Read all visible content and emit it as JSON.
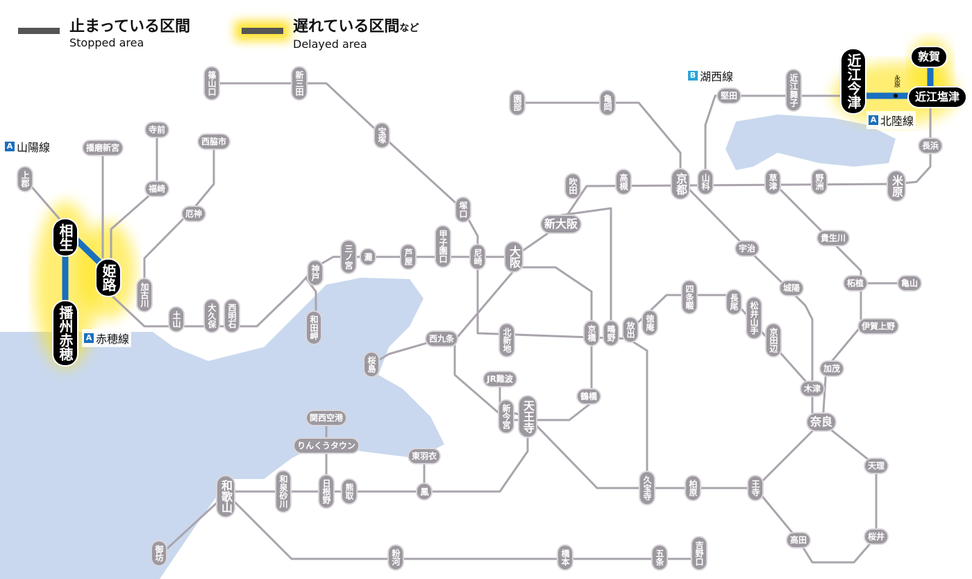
{
  "legend": {
    "stopped": {
      "jp": "止まっている区間",
      "en": "Stopped area"
    },
    "delayed": {
      "jp": "遅れている区間",
      "jp_suffix": "など",
      "en": "Delayed area"
    }
  },
  "colors": {
    "line": "#aaa4ad",
    "station": "#9d989f",
    "water": "#c9d8ee",
    "affected_line": "#1a6fbf",
    "glow": "#ffe100",
    "badge_a": "#1a6fbf",
    "badge_b": "#2aa4d8"
  },
  "line_labels": [
    {
      "badge": "A",
      "name": "山陽線"
    },
    {
      "badge": "A",
      "name": "赤穂線"
    },
    {
      "badge": "B",
      "name": "湖西線"
    },
    {
      "badge": "A",
      "name": "北陸線"
    }
  ],
  "affected_stations": [
    "相生",
    "姫路",
    "播州赤穂",
    "近江今津",
    "敦賀",
    "近江塩津"
  ],
  "minor_station": "永原",
  "stations": [
    "篠山口",
    "新三田",
    "宝塚",
    "園部",
    "亀岡",
    "堅田",
    "近江舞子",
    "長浜",
    "上郡",
    "播磨新宮",
    "寺前",
    "西脇市",
    "福崎",
    "厄神",
    "加古川",
    "土山",
    "大久保",
    "西明石",
    "神戸",
    "和田岬",
    "三ノ宮",
    "灘",
    "芦屋",
    "甲子園口",
    "塚口",
    "尼崎",
    "吹田",
    "高槻",
    "山科",
    "草津",
    "野洲",
    "宇治",
    "城陽",
    "貴生川",
    "柘植",
    "亀山",
    "伊賀上野",
    "加茂",
    "木津",
    "奈良",
    "四条畷",
    "徳庵",
    "長尾",
    "松井山手",
    "京田辺",
    "放出",
    "鴫野",
    "京橋",
    "北新地",
    "西九条",
    "桜島",
    "JR難波",
    "新今宮",
    "天王寺",
    "鶴橋",
    "関西空港",
    "りんくうタウン",
    "東羽衣",
    "鳳",
    "日根野",
    "熊取",
    "和泉砂川",
    "和歌山",
    "御坊",
    "粉河",
    "橋本",
    "五条",
    "吉野口",
    "久宝寺",
    "柏原",
    "王寺",
    "高田",
    "桜井",
    "天理",
    "京都",
    "米原",
    "新大阪",
    "大阪"
  ]
}
